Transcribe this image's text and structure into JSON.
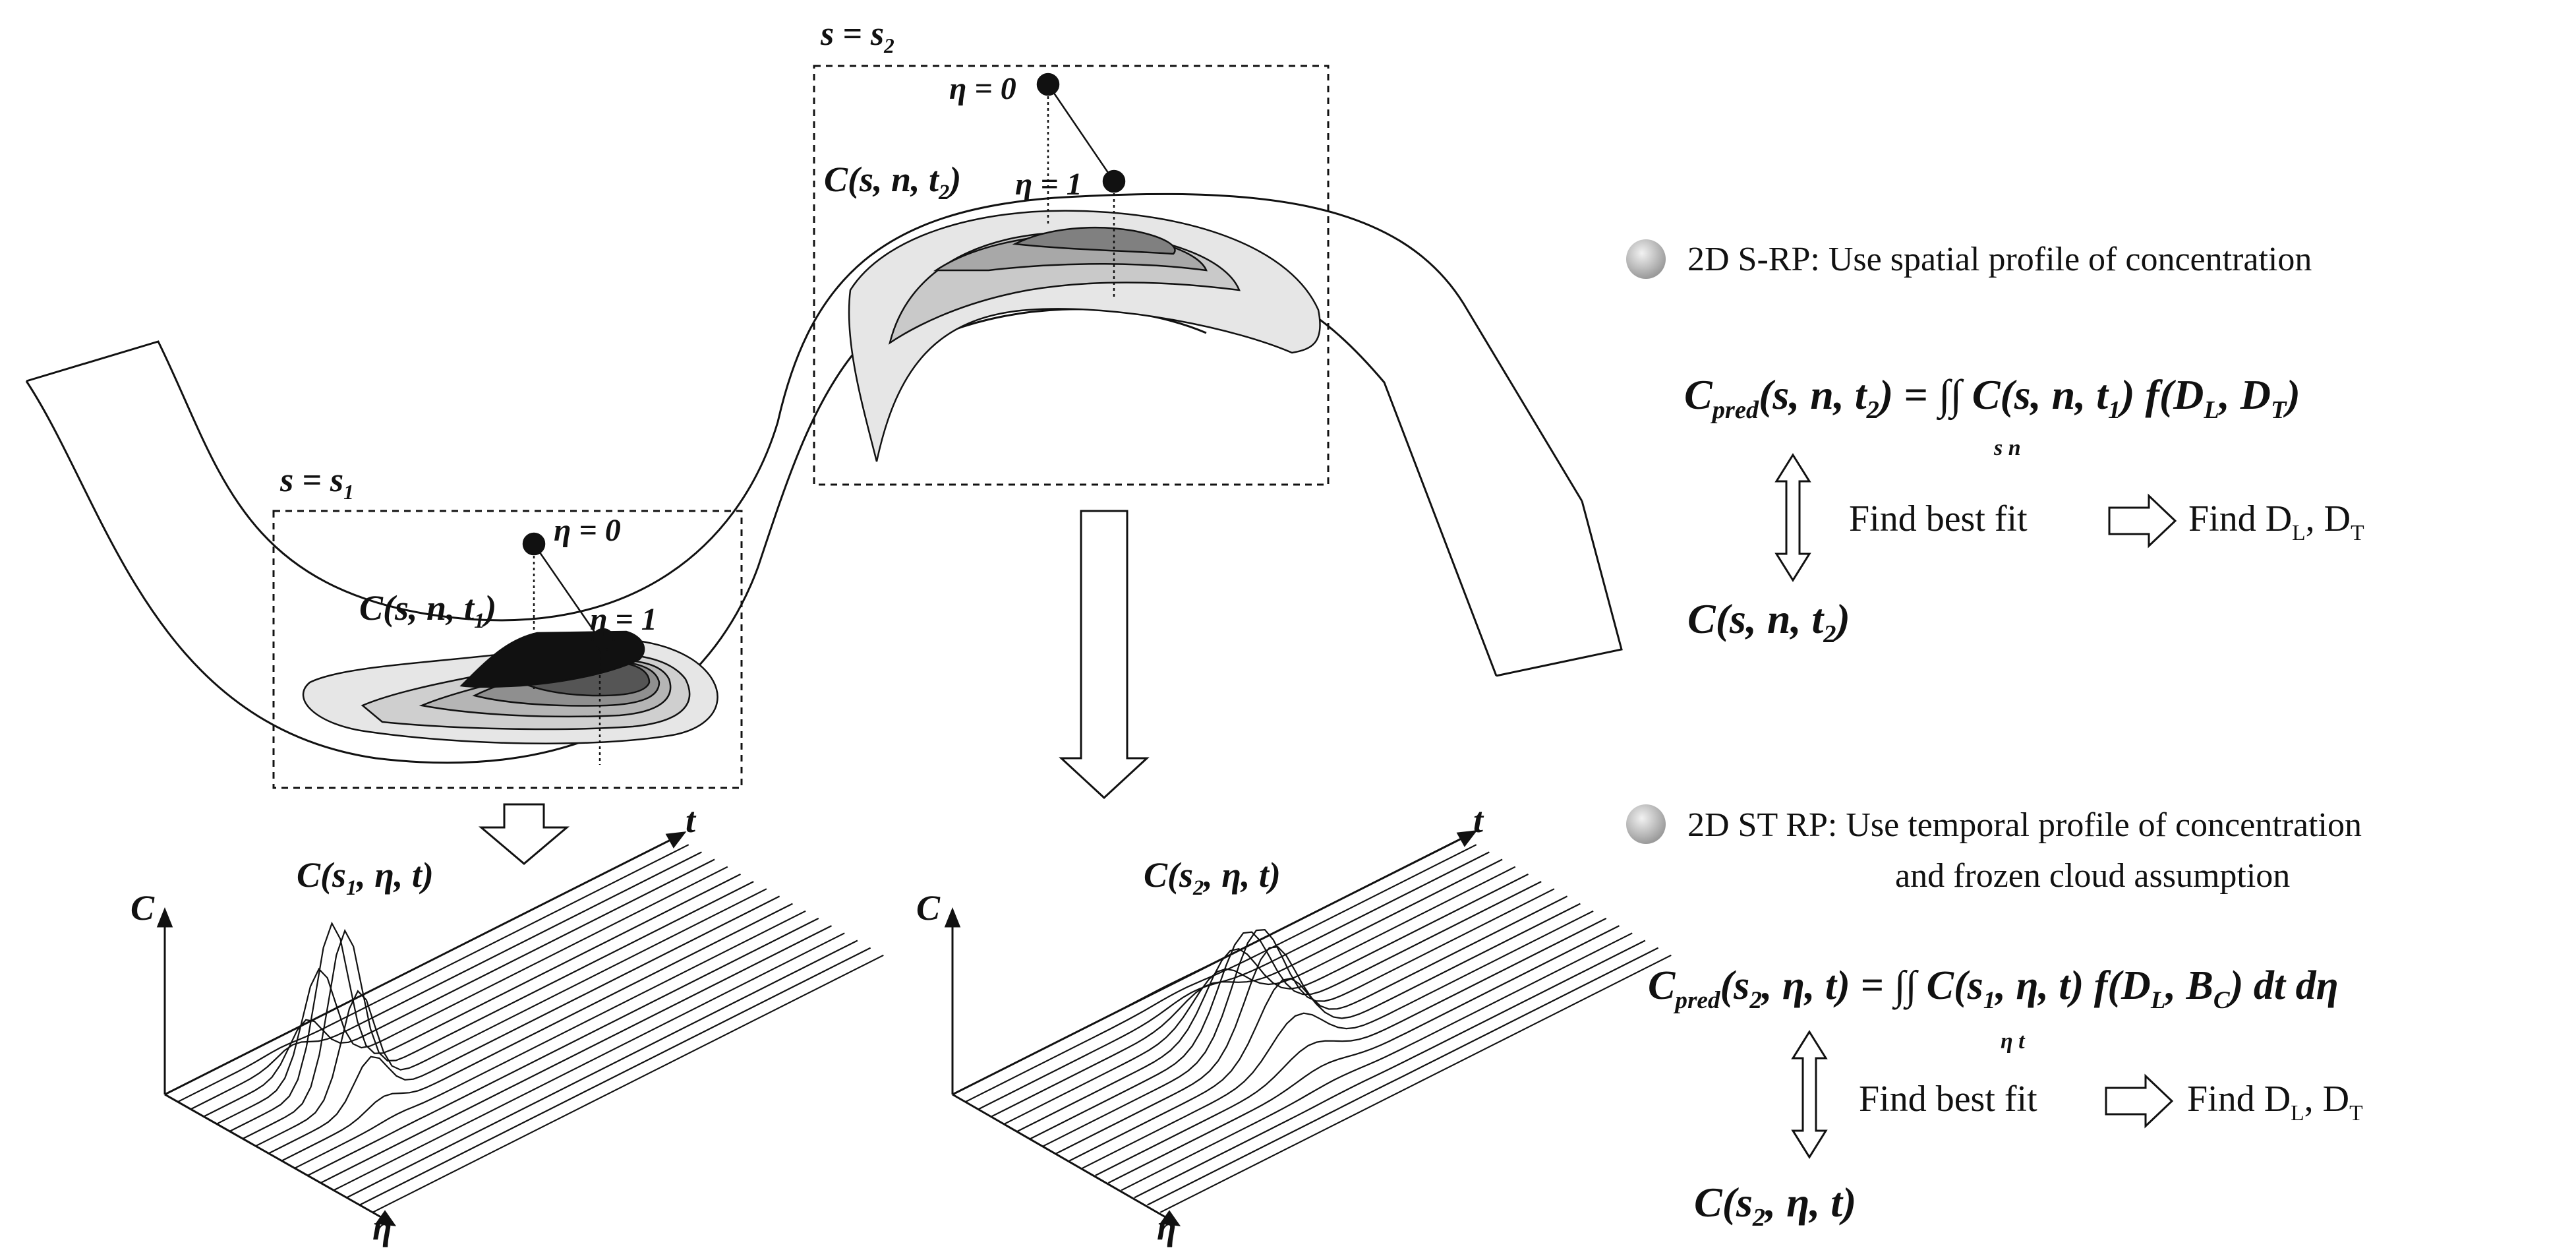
{
  "colors": {
    "ink": "#111111",
    "light_fill": "#e6e6e6",
    "mid_fill": "#b3b3b3",
    "dark_fill": "#7a7a7a",
    "peak_fill": "#111111",
    "bullet": "#b5b5b5"
  },
  "left_panel": {
    "label_s": "s = s",
    "label_s_sub": "1",
    "eta0": "η = 0",
    "eta1": "η = 1",
    "conc_main": "C(s, n, t",
    "conc_sub": "1",
    "conc_end": ")"
  },
  "top_panel": {
    "label_s": "s = s",
    "label_s_sub": "2",
    "eta0": "η = 0",
    "eta1": "η = 1",
    "conc_main": "C(s, n, t",
    "conc_sub": "2",
    "conc_end": ")"
  },
  "left_plot": {
    "title_main": "C(s",
    "title_sub": "1",
    "title_end": ", η, t)",
    "axis_c": "C",
    "axis_t": "t",
    "axis_eta": "η"
  },
  "right_plot": {
    "title_main": "C(s",
    "title_sub": "2",
    "title_end": ", η, t)",
    "axis_c": "C",
    "axis_t": "t",
    "axis_eta": "η"
  },
  "method1": {
    "bullet_text": "2D S-RP: Use spatial profile of concentration",
    "eq_lhs": "C",
    "eq_lhs_sub": "pred",
    "eq_lhs_args": "(s, n, t",
    "eq_lhs_args_sub": "2",
    "eq_rhs_a": ") = ∫∫ C(s, n, t",
    "eq_rhs_a_sub": "1",
    "eq_rhs_b": ") f(D",
    "eq_rhs_b_sub1": "L",
    "eq_rhs_c": ", D",
    "eq_rhs_c_sub2": "T",
    "eq_rhs_end": ")",
    "int_limits": "s  n",
    "fit_text": "Find best fit",
    "find_text": "Find D",
    "find_sub1": "L",
    "find_mid": ", D",
    "find_sub2": "T",
    "target": "C(s, n, t",
    "target_sub": "2",
    "target_end": ")"
  },
  "method2": {
    "bullet_text_1": "2D ST RP: Use temporal profile of concentration",
    "bullet_text_2": "and frozen cloud assumption",
    "eq_lhs": "C",
    "eq_lhs_sub": "pred",
    "eq_lhs_args": "(s",
    "eq_lhs_args_sub": "2",
    "eq_lhs_args_end": ", η, t)",
    "eq_rhs_a": " = ∫∫ C(s",
    "eq_rhs_a_sub": "1",
    "eq_rhs_b": ", η, t) f(D",
    "eq_rhs_b_sub1": "L",
    "eq_rhs_c": ", B",
    "eq_rhs_c_sub2": "C",
    "eq_rhs_end": ") dt dη",
    "int_limits": "η  t",
    "fit_text": "Find best fit",
    "find_text": "Find D",
    "find_sub1": "L",
    "find_mid": ", D",
    "find_sub2": "T",
    "target": "C(s",
    "target_sub": "2",
    "target_end": ", η, t)"
  }
}
